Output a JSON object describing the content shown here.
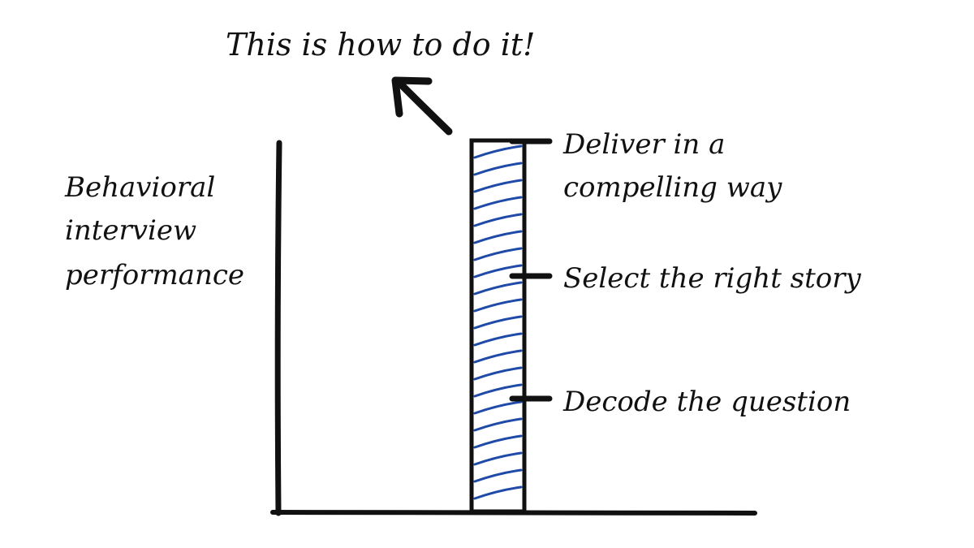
{
  "headline": "This is how to do it!",
  "y_axis_label": {
    "line1": "Behavioral",
    "line2": "interview",
    "line3": "performance"
  },
  "stages": [
    {
      "label_line1": "Deliver in a",
      "label_line2": "compelling way"
    },
    {
      "label_line1": "Select the right story",
      "label_line2": ""
    },
    {
      "label_line1": "Decode the question",
      "label_line2": ""
    }
  ],
  "colors": {
    "ink": "#111111",
    "hatch": "#1f4aa8",
    "background": "#ffffff"
  },
  "icons": {
    "arrow": "arrow-up-left-icon"
  }
}
